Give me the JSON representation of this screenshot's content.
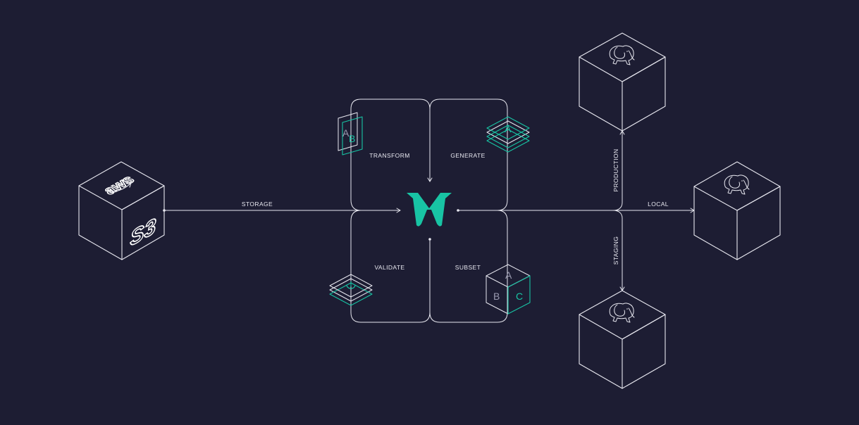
{
  "source": {
    "badge": "aws",
    "label": "S3"
  },
  "center": {
    "logo_label": "M"
  },
  "operations": {
    "transform": {
      "label": "TRANSFORM",
      "icon": "ab-layers-icon",
      "glyph_a": "A",
      "glyph_b": "B"
    },
    "generate": {
      "label": "GENERATE",
      "icon": "stacked-layers-icon"
    },
    "validate": {
      "label": "VALIDATE",
      "icon": "power-layers-icon"
    },
    "subset": {
      "label": "SUBSET",
      "icon": "abc-cube-icon",
      "glyph_a": "A",
      "glyph_b": "B",
      "glyph_c": "C"
    }
  },
  "connections": {
    "storage": "STORAGE",
    "production": "PRODUCTION",
    "local": "LOCAL",
    "staging": "STAGING"
  },
  "targets": [
    {
      "name": "production",
      "icon": "postgres-elephant-icon"
    },
    {
      "name": "local",
      "icon": "postgres-elephant-icon"
    },
    {
      "name": "staging",
      "icon": "postgres-elephant-icon"
    }
  ],
  "colors": {
    "background": "#1d1d33",
    "accent": "#18c4a4",
    "line": "#e8e8f0"
  }
}
